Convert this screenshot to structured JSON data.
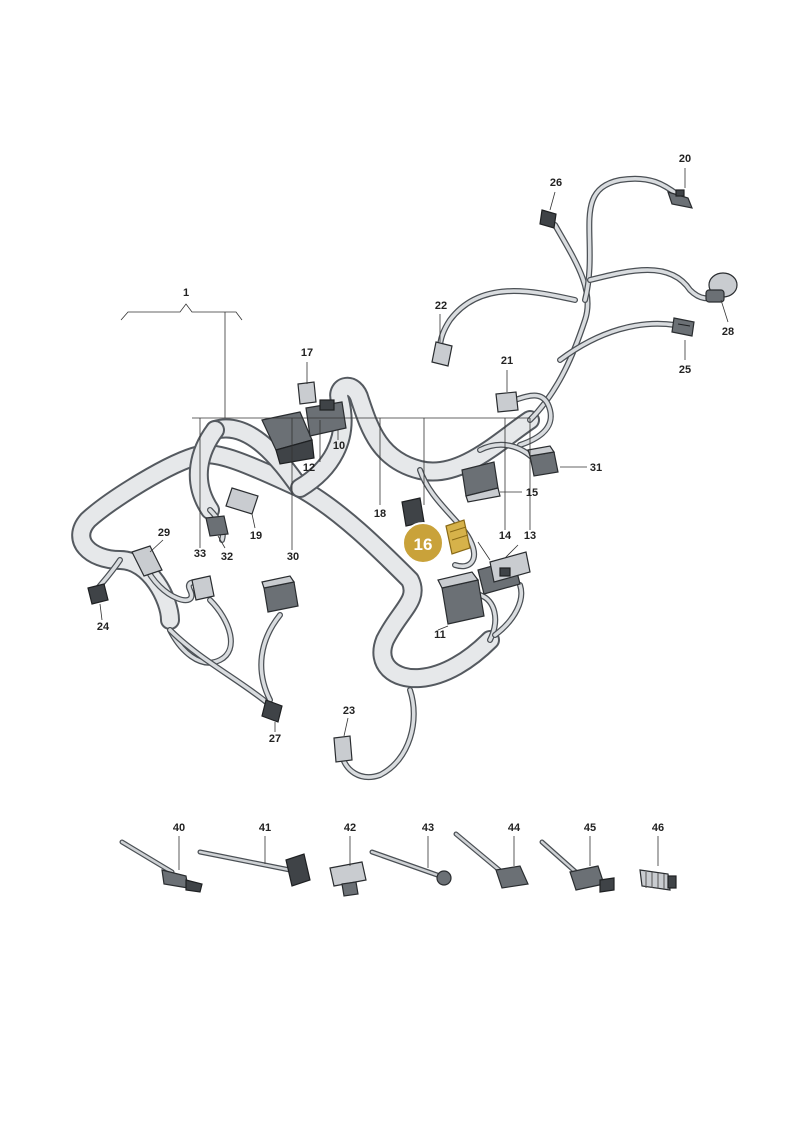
{
  "highlight": {
    "label": "16",
    "color": "#c9a23a"
  },
  "labels": {
    "l1": "1",
    "l10": "10",
    "l11": "11",
    "l12": "12",
    "l13": "13",
    "l14": "14",
    "l15": "15",
    "l17": "17",
    "l18": "18",
    "l19": "19",
    "l20": "20",
    "l21": "21",
    "l22": "22",
    "l23": "23",
    "l24": "24",
    "l25": "25",
    "l26": "26",
    "l27": "27",
    "l28": "28",
    "l29": "29",
    "l30": "30",
    "l31": "31",
    "l32": "32",
    "l33": "33",
    "l40": "40",
    "l41": "41",
    "l42": "42",
    "l43": "43",
    "l44": "44",
    "l45": "45",
    "l46": "46"
  }
}
